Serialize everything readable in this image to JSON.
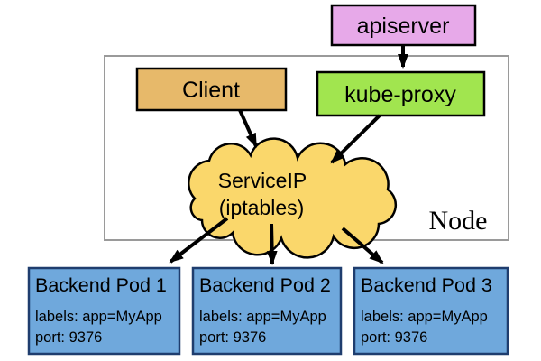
{
  "colors": {
    "apiserver_fill": "#e7a9e9",
    "client_fill": "#e7b96a",
    "kube_proxy_fill": "#a1e54f",
    "cloud_fill": "#fad76b",
    "pod_fill": "#6fa8dc",
    "pod_border": "#1f3d6e",
    "node_border": "#9a9a9a",
    "box_border": "#000000",
    "arrow": "#000000"
  },
  "nodes": {
    "apiserver": {
      "label": "apiserver"
    },
    "client": {
      "label": "Client"
    },
    "kube_proxy": {
      "label": "kube-proxy"
    },
    "service": {
      "line1": "ServiceIP",
      "line2": "(iptables)"
    },
    "node": {
      "label": "Node"
    }
  },
  "pods": [
    {
      "title": "Backend Pod 1",
      "labels": "labels: app=MyApp",
      "port": "port: 9376"
    },
    {
      "title": "Backend Pod 2",
      "labels": "labels: app=MyApp",
      "port": "port: 9376"
    },
    {
      "title": "Backend Pod 3",
      "labels": "labels: app=MyApp",
      "port": "port: 9376"
    }
  ]
}
